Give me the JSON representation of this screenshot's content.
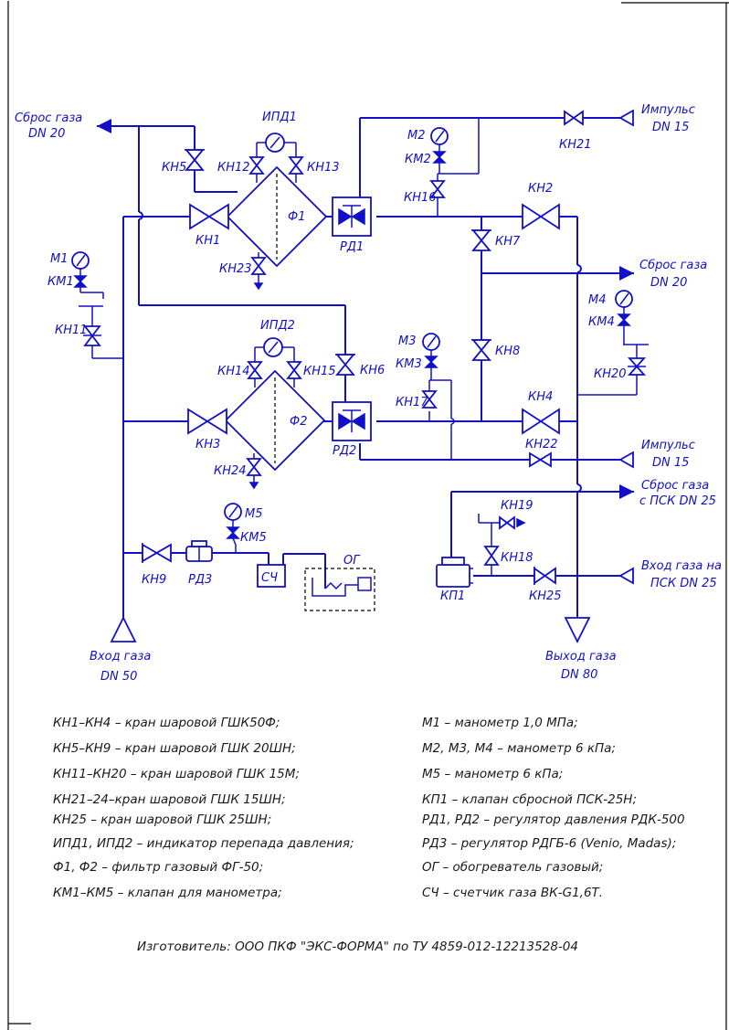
{
  "labels": {
    "sbros_top_left": [
      "Сброс газа",
      "DN 20"
    ],
    "ipd1": "ИПД1",
    "ipd2": "ИПД2",
    "impuls_top": [
      "Импульс",
      "DN 15"
    ],
    "impuls_mid": [
      "Импульс",
      "DN 15"
    ],
    "sbros_right": [
      "Сброс газа",
      "DN 20"
    ],
    "sbros_psk": [
      "Сброс газа",
      "с ПСК DN 25"
    ],
    "vhod_psk": [
      "Вход газа на",
      "ПСК DN 25"
    ],
    "vhod": [
      "Вход газа",
      "DN 50"
    ],
    "vyhod": [
      "Выход газа",
      "DN 80"
    ],
    "og": "ОГ",
    "sch": "СЧ",
    "f1": "Ф1",
    "f2": "Ф2",
    "rd1": "РД1",
    "rd2": "РД2",
    "rd3": "РД3",
    "kp1": "КП1",
    "kn1": "КН1",
    "kn2": "КН2",
    "kn3": "КН3",
    "kn4": "КН4",
    "kn5": "КН5",
    "kn6": "КН6",
    "kn7": "КН7",
    "kn8": "КН8",
    "kn9": "КН9",
    "kn11": "КН11",
    "kn12": "КН12",
    "kn13": "КН13",
    "kn14": "КН14",
    "kn15": "КН15",
    "kn16": "КН16",
    "kn17": "КН17",
    "kn18": "КН18",
    "kn19": "КН19",
    "kn20": "КН20",
    "kn21": "КН21",
    "kn22": "КН22",
    "kn23": "КН23",
    "kn24": "КН24",
    "kn25": "КН25",
    "m1": "М1",
    "m2": "М2",
    "m3": "М3",
    "m4": "М4",
    "m5": "М5",
    "km1": "КМ1",
    "km2": "КМ2",
    "km3": "КМ3",
    "km4": "КМ4",
    "km5": "КМ5"
  },
  "legend": {
    "left": [
      "КН1–КН4 – кран шаровой ГШК50Ф;",
      "КН5–КН9 – кран шаровой ГШК 20ШН;",
      "КН11–КН20 – кран шаровой ГШК 15М;",
      "КН21–24–кран шаровой ГШК 15ШН;",
      "КН25 – кран шаровой ГШК 25ШН;",
      "ИПД1, ИПД2 – индикатор перепада давления;",
      "Ф1, Ф2 – фильтр газовый ФГ-50;",
      "КМ1–КМ5 – клапан для манометра;"
    ],
    "right": [
      "М1 – манометр 1,0 МПа;",
      "М2, М3, М4 – манометр 6 кПа;",
      "М5 – манометр 6 кПа;",
      "КП1 – клапан сбросной ПСК-25Н;",
      "РД1, РД2 – регулятор давления РДК-500",
      "РД3 – регулятор РДГБ-6 (Venio, Madas);",
      "ОГ – обогреватель газовый;",
      "СЧ – счетчик газа ВК-G1,6Т."
    ]
  },
  "footer": "Изготовитель: ООО ПКФ \"ЭКС-ФОРМА\" по ТУ 4859-012-12213528-04",
  "colors": {
    "line": "#1010c8",
    "frame": "#000000"
  }
}
